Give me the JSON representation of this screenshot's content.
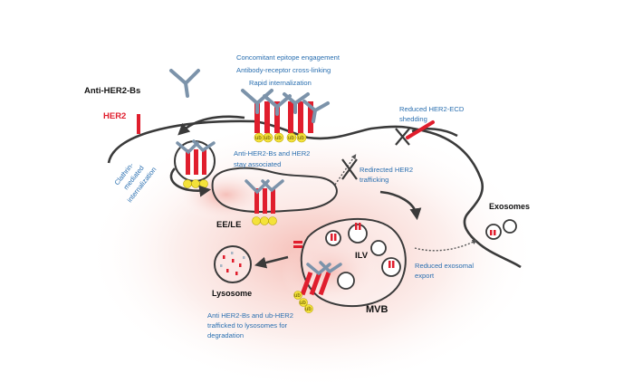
{
  "legend": {
    "antibody": "Anti-HER2-Bs",
    "receptor": "HER2"
  },
  "annotations": {
    "epitope": "Concomitant epitope engagement",
    "crosslink": "Antibody-receptor cross-linking",
    "internalization": "Rapid internalization",
    "clathrin": [
      "Clathrin-",
      "mediated",
      "internalization"
    ],
    "stay_associated": [
      "Anti-HER2-Bs and HER2",
      "stay associated"
    ],
    "ecd_shedding": [
      "Reduced HER2-ECD",
      "shedding"
    ],
    "redirected": [
      "Redirected HER2",
      "trafficking"
    ],
    "exosomal": [
      "Reduced exosomal",
      "export"
    ],
    "trafficked": [
      "Anti HER2-Bs and ub-HER2",
      "trafficked to lysosomes for",
      "degradation"
    ]
  },
  "compartments": {
    "ee_le": "EE/LE",
    "mvb": "MVB",
    "ilv": "ILV",
    "lysosome": "Lysosome",
    "exosomes": "Exosomes"
  },
  "ub_tag": "ub",
  "colors": {
    "receptor": "#e01e2d",
    "antibody": "#7c93aa",
    "ub_fill": "#f4e23a",
    "membrane": "#3a3a3a",
    "annotation": "#2a6fb0",
    "glow": "#f2b8b0"
  }
}
